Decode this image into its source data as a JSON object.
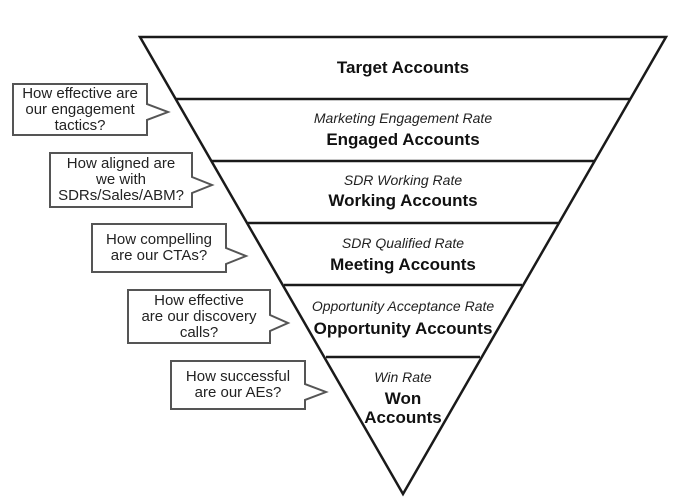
{
  "funnel": {
    "stages": [
      {
        "rate": "",
        "name": "Target Accounts"
      },
      {
        "rate": "Marketing Engagement Rate",
        "name": "Engaged Accounts"
      },
      {
        "rate": "SDR Working Rate",
        "name": "Working Accounts"
      },
      {
        "rate": "SDR Qualified Rate",
        "name": "Meeting Accounts"
      },
      {
        "rate": "Opportunity Acceptance Rate",
        "name": "Opportunity Accounts"
      },
      {
        "rate": "Win Rate",
        "name": "Won",
        "name_line2": "Accounts"
      }
    ]
  },
  "questions": [
    {
      "line1": "How effective are",
      "line2": "our engagement",
      "line3": "tactics?"
    },
    {
      "line1": "How aligned are",
      "line2": "we with",
      "line3": "SDRs/Sales/ABM?"
    },
    {
      "line1": "How compelling",
      "line2": "are our CTAs?"
    },
    {
      "line1": "How effective",
      "line2": "are our discovery",
      "line3": "calls?"
    },
    {
      "line1": "How successful",
      "line2": "are our AEs?"
    }
  ]
}
